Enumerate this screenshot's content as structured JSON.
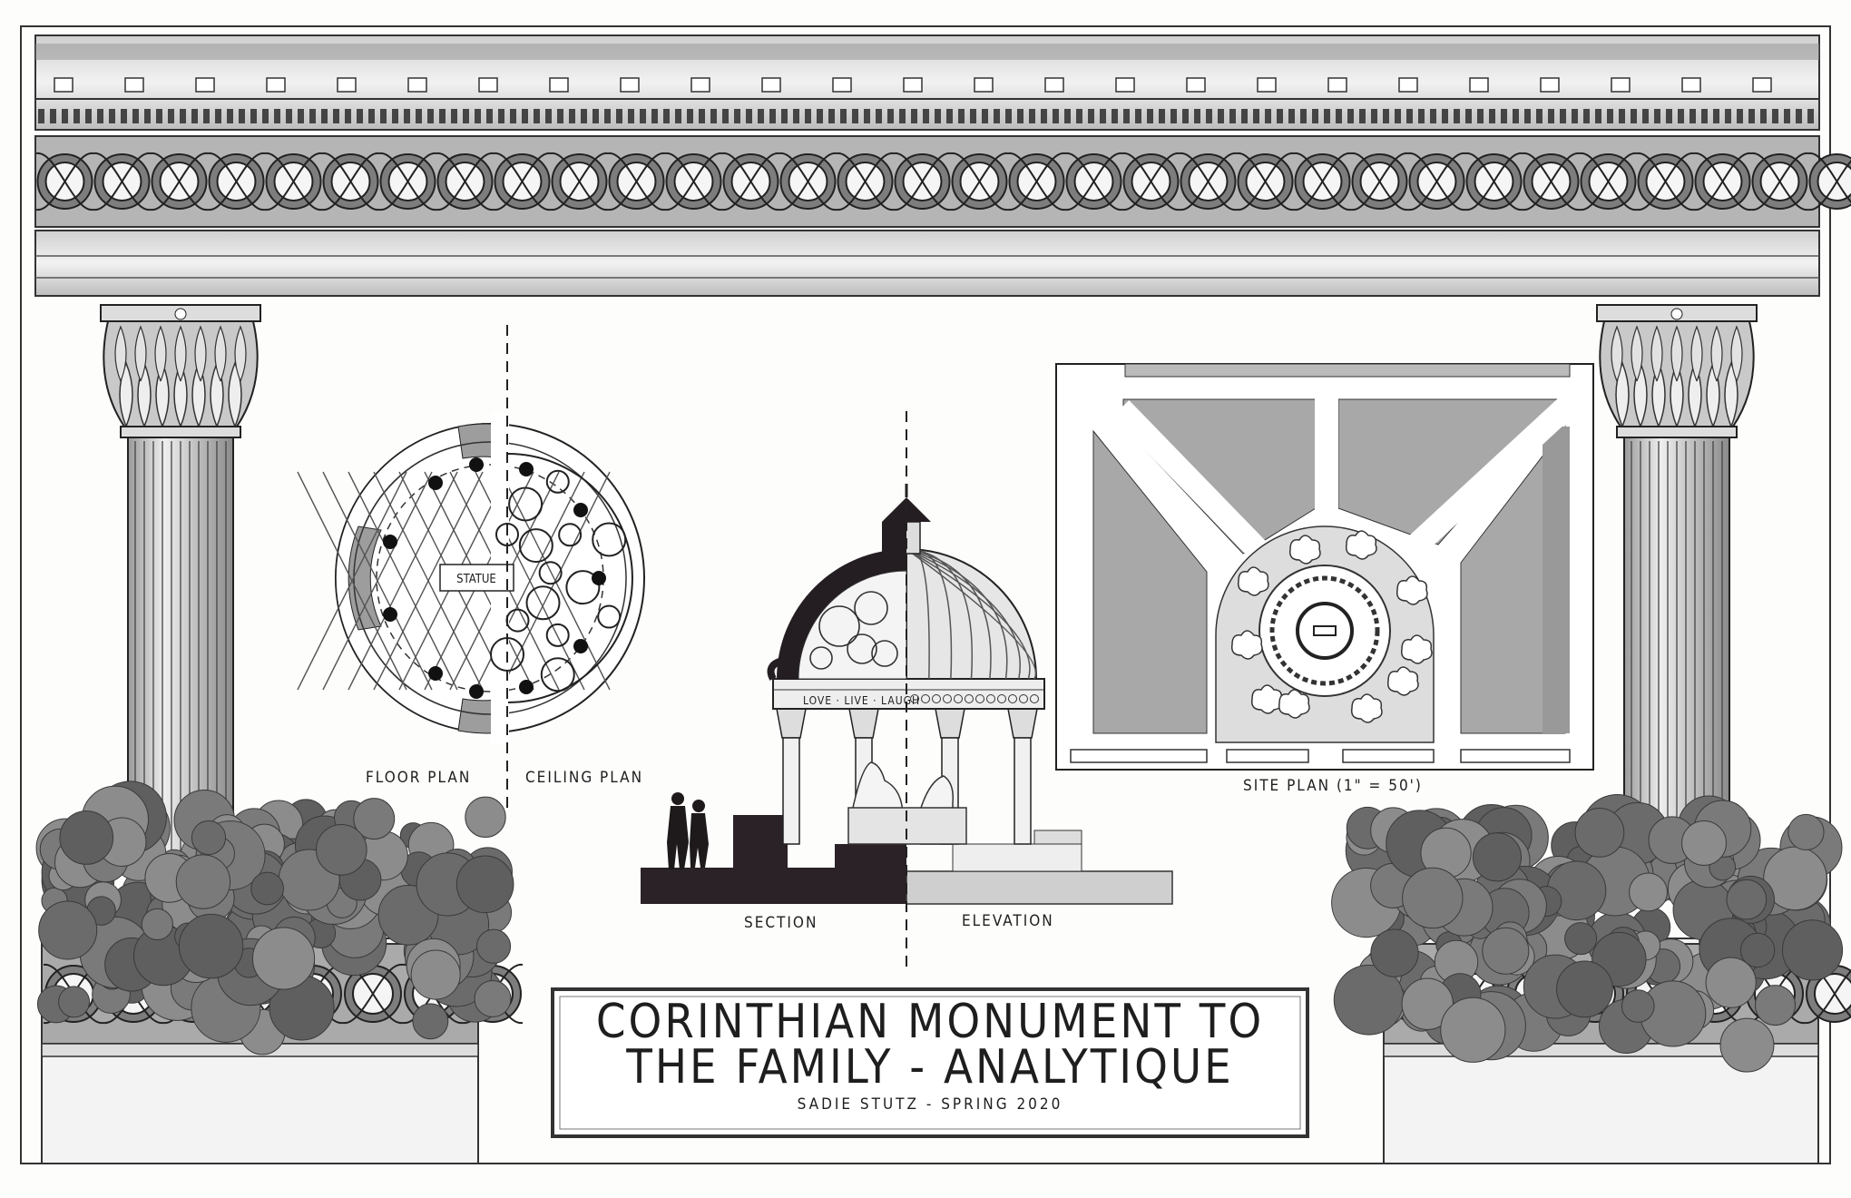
{
  "title": {
    "line1": "CORINTHIAN MONUMENT TO",
    "line2": "THE FAMILY - ANALYTIQUE",
    "credit": "SADIE STUTZ - SPRING 2020"
  },
  "labels": {
    "floor_plan": "FLOOR PLAN",
    "ceiling_plan": "CEILING PLAN",
    "statue": "STATUE",
    "section": "SECTION",
    "elevation": "ELEVATION",
    "site_plan": "SITE PLAN (1\" = 50')"
  },
  "frieze_inscription": "LOVE · LIVE · LAUGH",
  "colors": {
    "ink": "#1e1e1e",
    "wash": "#a9a9a9",
    "light_wash": "#d6d6d6",
    "shrub": "#6f6f6f",
    "paper": "#fdfdfc"
  }
}
